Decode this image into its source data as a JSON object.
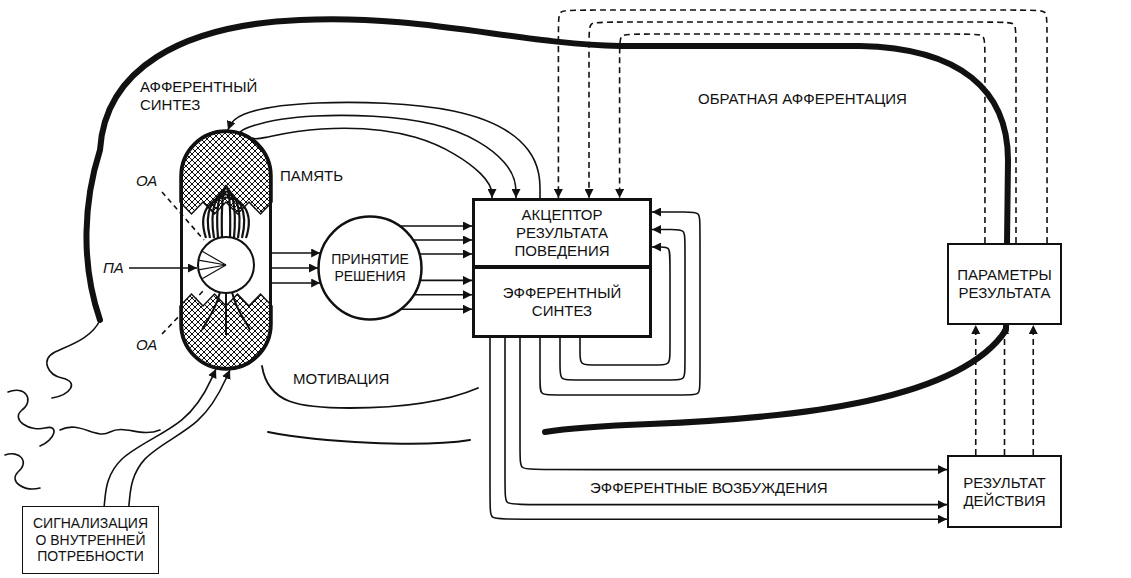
{
  "diagram": {
    "nodes": [
      {
        "text": [
          "АФФЕРЕНТНЫЙ СИНТЕЗ"
        ]
      },
      {
        "text": [
          "ПРИНЯТИЕ РЕШЕНИЯ"
        ]
      },
      {
        "text": [
          "АКЦЕПТОР РЕЗУЛЬТАТА ПОВЕДЕНИЯ"
        ]
      },
      {
        "text": [
          "ЭФФЕРЕНТНЫЙ СИНТЕЗ"
        ]
      },
      {
        "text": [
          "ПАРАМЕТРЫ РЕЗУЛЬТАТА"
        ]
      },
      {
        "text": [
          "СИГНАЛИЗАЦИЯ О ВНУТРЕННЕЙ ПОТРЕБНОСТИ"
        ]
      },
      {
        "text": [
          "РЕЗУЛЬТАТ ДЕЙСТВИЯ"
        ]
      }
    ],
    "edges": [
      {
        "from": 5,
        "to": 0,
        "arrow": "to"
      },
      {
        "from": 0,
        "to": 1,
        "arrow": "to"
      },
      {
        "from": 1,
        "to": 2,
        "arrow": "to"
      },
      {
        "from": 1,
        "to": 3,
        "arrow": "to"
      },
      {
        "from": 0,
        "to": 2,
        "arrow": "to"
      },
      {
        "from": 2,
        "to": 0,
        "arrow": "to"
      },
      {
        "from": 3,
        "to": 2,
        "arrow": "to"
      },
      {
        "from": 3,
        "to": 6,
        "label": "ЭФФЕРЕНТНЫЕ ВОЗБУЖДЕНИЯ",
        "arrow": "to"
      },
      {
        "from": 6,
        "to": 4,
        "arrow": "to"
      },
      {
        "from": 4,
        "to": 2,
        "label": "ОБРАТНАЯ АФФЕРЕНТАЦИЯ",
        "arrow": "to"
      }
    ],
    "labels": [
      "ОА",
      "ПАМЯТЬ",
      "ПА",
      "ОА",
      "МОТИВАЦИЯ"
    ]
  }
}
